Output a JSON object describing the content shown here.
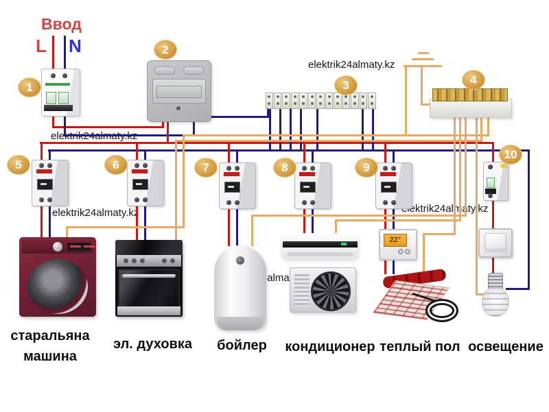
{
  "header": {
    "title": "Ввод",
    "phase_label": "L",
    "neutral_label": "N"
  },
  "watermark": "elektrik24almaty.kz",
  "badges": [
    "1",
    "2",
    "3",
    "4",
    "5",
    "6",
    "7",
    "8",
    "9",
    "10"
  ],
  "thermostat": {
    "display": "22°"
  },
  "appliances": {
    "washing_machine_line1": "старальяна",
    "washing_machine_line2": "машина",
    "oven": "эл. духовка",
    "boiler": "бойлер",
    "air_conditioner": "кондиционер",
    "heated_floor": "теплый пол",
    "lighting": "освещение"
  },
  "colors": {
    "wire-red": "#c81717",
    "wire-blue": "#231b7e",
    "wire-ground": "#e7aa62",
    "badge-gold": "#cd9232",
    "text-red": "#d04545",
    "text-blue": "#3434cc",
    "watermark-color": "#141414",
    "machine-burgundy": "#87293e"
  }
}
